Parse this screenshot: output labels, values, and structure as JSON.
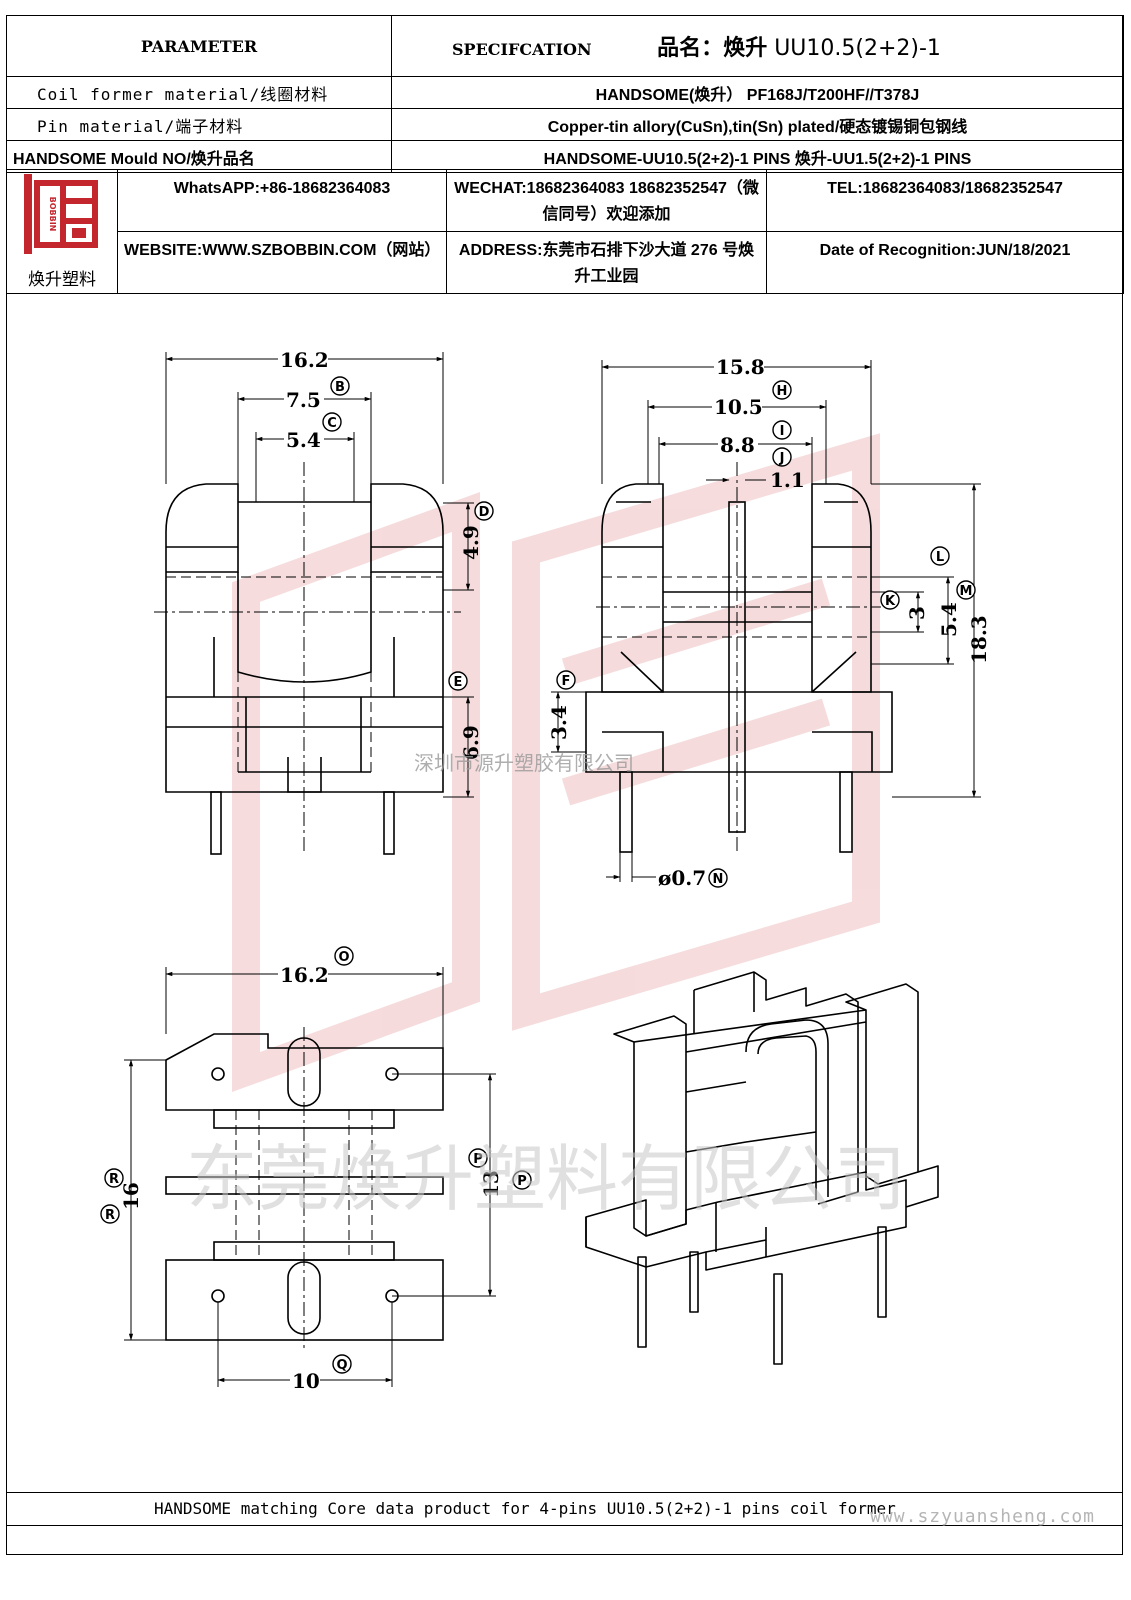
{
  "header": {
    "parameter": "PARAMETER",
    "specification": "SPECIFCATION",
    "product_name_label": "品名：",
    "product_name_brand": "焕升",
    "product_name_model": "UU10.5(2+2)-1"
  },
  "rows": [
    {
      "label": "Coil former material/线圈材料",
      "value": "HANDSOME(焕升）  PF168J/T200HF//T378J"
    },
    {
      "label": "Pin material/端子材料",
      "value": "Copper-tin allory(CuSn),tin(Sn) plated/硬态镀锡铜包钢线"
    },
    {
      "label": "HANDSOME Mould NO/焕升品名",
      "value": "HANDSOME-UU10.5(2+2)-1 PINS    焕升-UU1.5(2+2)-1 PINS"
    }
  ],
  "contact": {
    "logo_text": "焕升塑料",
    "logo_glyph": "BOBBIN",
    "whatsapp": "WhatsAPP:+86-18682364083",
    "wechat": "WECHAT:18682364083 18682352547（微信同号）欢迎添加",
    "tel": "TEL:18682364083/18682352547",
    "website": "WEBSITE:WWW.SZBOBBIN.COM（网站）",
    "address": "ADDRESS:东莞市石排下沙大道 276 号焕升工业园",
    "date": "Date of Recognition:JUN/18/2021"
  },
  "drawing": {
    "watermark_small": "深圳市源升塑胶有限公司",
    "watermark_large": "东莞焕升塑料有限公司",
    "front_view": {
      "dims": [
        "16.2",
        "7.5",
        "5.4",
        "4.9",
        "6.9"
      ],
      "markers": [
        "B",
        "C",
        "D",
        "E"
      ]
    },
    "side_view": {
      "dims": [
        "15.8",
        "10.5",
        "8.8",
        "1.1",
        "3",
        "5.4",
        "18.3",
        "3.4",
        "ø0.7"
      ],
      "markers": [
        "H",
        "I",
        "J",
        "K",
        "L",
        "M",
        "F",
        "N"
      ]
    },
    "bottom_view": {
      "dims": [
        "16.2",
        "16",
        "13",
        "10"
      ],
      "markers": [
        "O",
        "R",
        "R",
        "P",
        "P",
        "Q"
      ]
    }
  },
  "footer": {
    "text": "HANDSOME matching Core data  product for 4-pins UU10.5(2+2)-1 pins coil former",
    "url": "www.szyuansheng.com"
  }
}
